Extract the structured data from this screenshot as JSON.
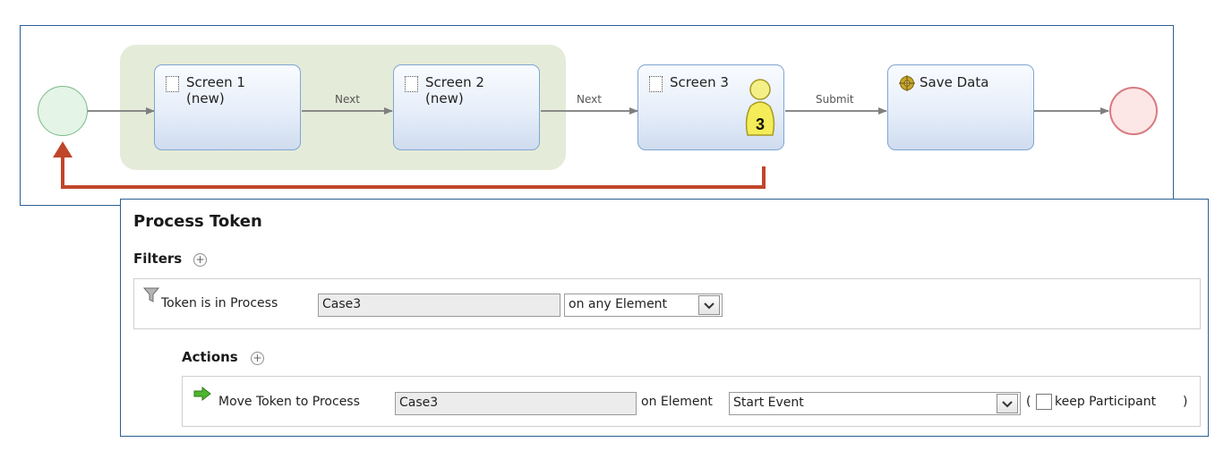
{
  "diagram": {
    "tasks": [
      {
        "label": "Screen 1\n(new)",
        "icon": "dotted-screen-icon"
      },
      {
        "label": "Screen 2\n(new)",
        "icon": "dotted-screen-icon"
      },
      {
        "label": "Screen 3",
        "icon": "dotted-screen-icon",
        "badge": "3"
      },
      {
        "label": "Save Data",
        "icon": "gear-icon"
      }
    ],
    "flows": [
      "Next",
      "Next",
      "Submit"
    ],
    "colors": {
      "loop_arrow": "#c0462b",
      "group_bg": "#e5ebd9",
      "border": "#2c5f93"
    }
  },
  "panel": {
    "title": "Process Token",
    "filters_label": "Filters",
    "filter": {
      "icon": "funnel-icon",
      "prefix": "Token is in Process",
      "process_value": "Case3",
      "element_selection": "on any Element"
    },
    "actions_label": "Actions",
    "action": {
      "icon": "green-arrow-icon",
      "prefix": "Move Token to Process",
      "process_value": "Case3",
      "element_label": "on Element",
      "element_selection": "Start Event",
      "open_paren": "(",
      "keep_label": "keep Participant",
      "close_paren": ")",
      "keep_checked": false
    }
  }
}
